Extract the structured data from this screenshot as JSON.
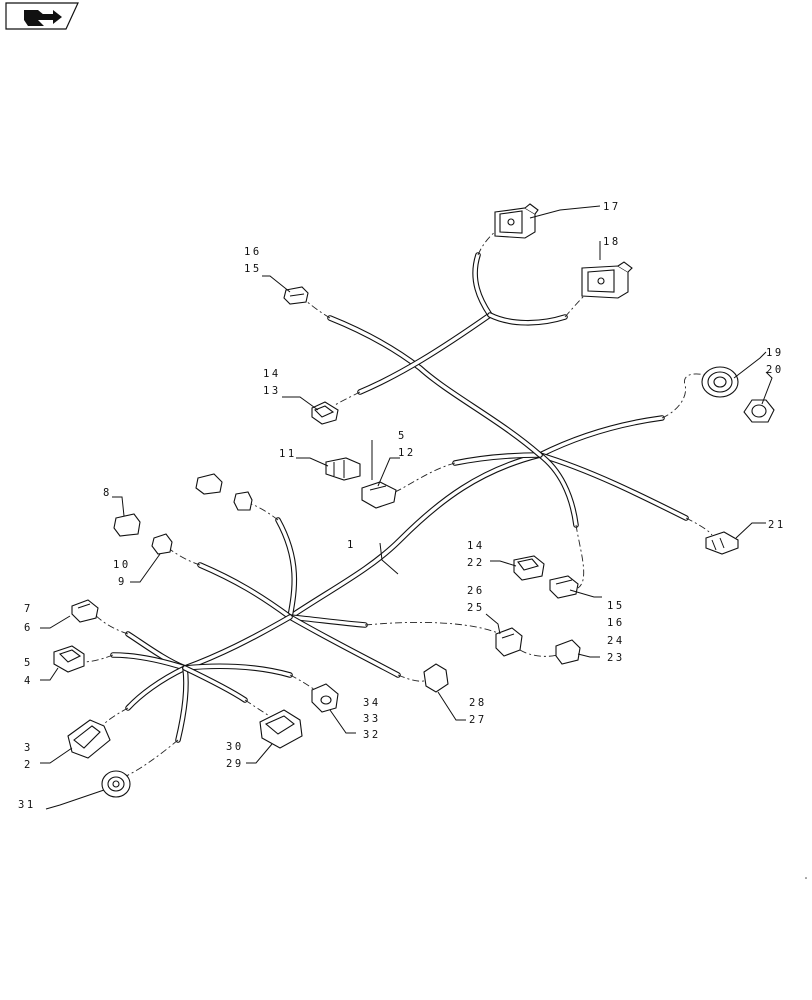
{
  "nav_icon": "forward-page-arrow-icon",
  "callouts": [
    {
      "id": "c1",
      "text": "1"
    },
    {
      "id": "c2",
      "text": "2"
    },
    {
      "id": "c3",
      "text": "3"
    },
    {
      "id": "c4",
      "text": "4"
    },
    {
      "id": "c5a",
      "text": "5"
    },
    {
      "id": "c5b",
      "text": "5"
    },
    {
      "id": "c6",
      "text": "6"
    },
    {
      "id": "c7",
      "text": "7"
    },
    {
      "id": "c8",
      "text": "8"
    },
    {
      "id": "c9",
      "text": "9"
    },
    {
      "id": "c10",
      "text": "10"
    },
    {
      "id": "c11",
      "text": "11"
    },
    {
      "id": "c12",
      "text": "12"
    },
    {
      "id": "c13",
      "text": "13"
    },
    {
      "id": "c14a",
      "text": "14"
    },
    {
      "id": "c14b",
      "text": "14"
    },
    {
      "id": "c15a",
      "text": "15"
    },
    {
      "id": "c15b",
      "text": "15"
    },
    {
      "id": "c16a",
      "text": "16"
    },
    {
      "id": "c16b",
      "text": "16"
    },
    {
      "id": "c17",
      "text": "17"
    },
    {
      "id": "c18",
      "text": "18"
    },
    {
      "id": "c19",
      "text": "19"
    },
    {
      "id": "c20",
      "text": "20"
    },
    {
      "id": "c21",
      "text": "21"
    },
    {
      "id": "c22",
      "text": "22"
    },
    {
      "id": "c23",
      "text": "23"
    },
    {
      "id": "c24",
      "text": "24"
    },
    {
      "id": "c25",
      "text": "25"
    },
    {
      "id": "c26",
      "text": "26"
    },
    {
      "id": "c27",
      "text": "27"
    },
    {
      "id": "c28",
      "text": "28"
    },
    {
      "id": "c29",
      "text": "29"
    },
    {
      "id": "c30",
      "text": "30"
    },
    {
      "id": "c31",
      "text": "31"
    },
    {
      "id": "c32",
      "text": "32"
    },
    {
      "id": "c33",
      "text": "33"
    },
    {
      "id": "c34",
      "text": "34"
    }
  ]
}
